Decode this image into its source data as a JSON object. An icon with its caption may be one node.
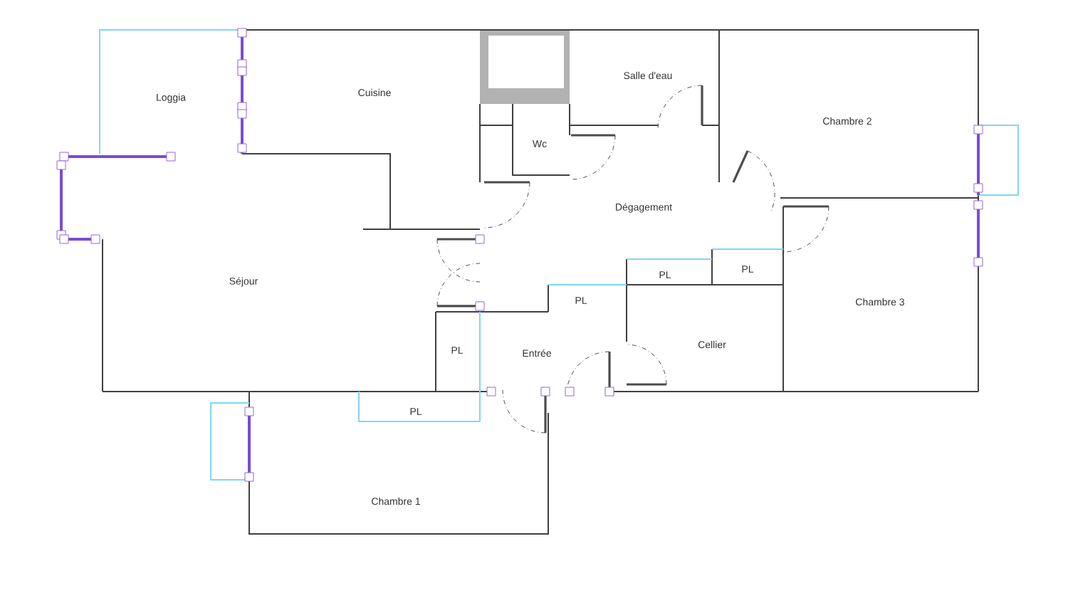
{
  "diagram": {
    "nodes": [
      {
        "text": [
          "Loggia"
        ]
      },
      {
        "text": [
          "Cuisine"
        ]
      },
      {
        "text": [
          "Salle d'eau"
        ]
      },
      {
        "text": [
          "Chambre 2"
        ]
      },
      {
        "text": [
          "Wc"
        ]
      },
      {
        "text": [
          "Dégagement"
        ]
      },
      {
        "text": [
          "Séjour"
        ]
      },
      {
        "text": [
          "PL"
        ]
      },
      {
        "text": [
          "PL"
        ]
      },
      {
        "text": [
          "Chambre 3"
        ]
      },
      {
        "text": [
          "PL"
        ]
      },
      {
        "text": [
          "PL"
        ]
      },
      {
        "text": [
          "Entrée"
        ]
      },
      {
        "text": [
          "Cellier"
        ]
      },
      {
        "text": [
          "PL"
        ]
      },
      {
        "text": [
          "Chambre 1"
        ]
      }
    ]
  }
}
